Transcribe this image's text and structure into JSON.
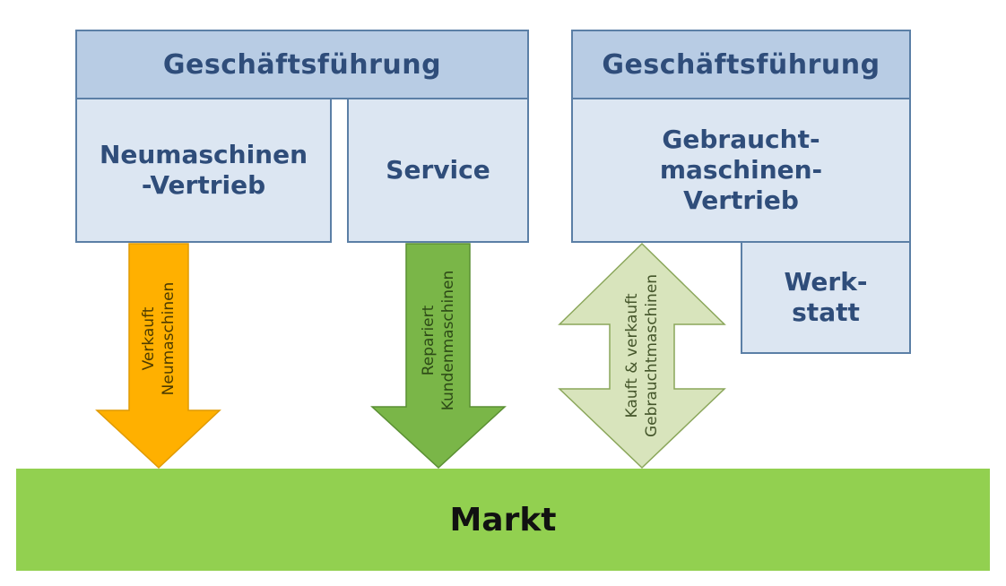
{
  "left_org": {
    "header": "Geschäftsführung",
    "units": {
      "neumaschinen": "Neumaschinen\n-Vertrieb",
      "service": "Service"
    }
  },
  "right_org": {
    "header": "Geschäftsführung",
    "units": {
      "gebraucht": "Gebraucht-\nmaschinen-\nVertrieb",
      "werkstatt": "Werk-\nstatt"
    }
  },
  "arrows": {
    "verkauf": {
      "line1": "Verkauft",
      "line2": "Neumaschinen",
      "color": "#ffb000"
    },
    "repariert": {
      "line1": "Repariert",
      "line2": "Kundenmaschinen",
      "color": "#7ab648"
    },
    "kauf": {
      "line1": "Kauft & verkauft",
      "line2": "Gebrauchtmaschinen",
      "color": "#d8e4bc"
    }
  },
  "markt": {
    "label": "Markt",
    "color": "#92d050"
  },
  "colors": {
    "header_fill": "#b8cce4",
    "unit_fill": "#dce6f2",
    "border": "#5b7fa6",
    "text": "#2f4d7a"
  }
}
